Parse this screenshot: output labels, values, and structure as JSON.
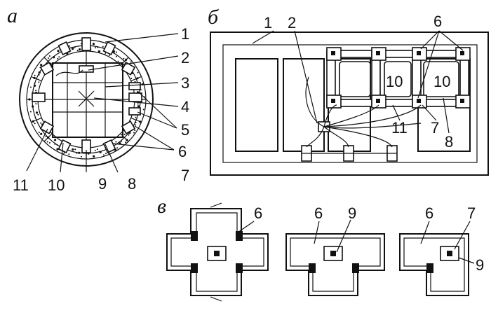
{
  "panels": {
    "a": {
      "letter": "а",
      "labels": [
        "1",
        "2",
        "3",
        "4",
        "5",
        "6",
        "7",
        "8",
        "9",
        "10",
        "11"
      ]
    },
    "b": {
      "letter": "б",
      "labels": [
        "1",
        "2",
        "6",
        "10",
        "10",
        "11",
        "7",
        "8"
      ]
    },
    "v": {
      "letter": "в",
      "labels": [
        "6",
        "6",
        "9",
        "6",
        "7",
        "9"
      ]
    }
  }
}
